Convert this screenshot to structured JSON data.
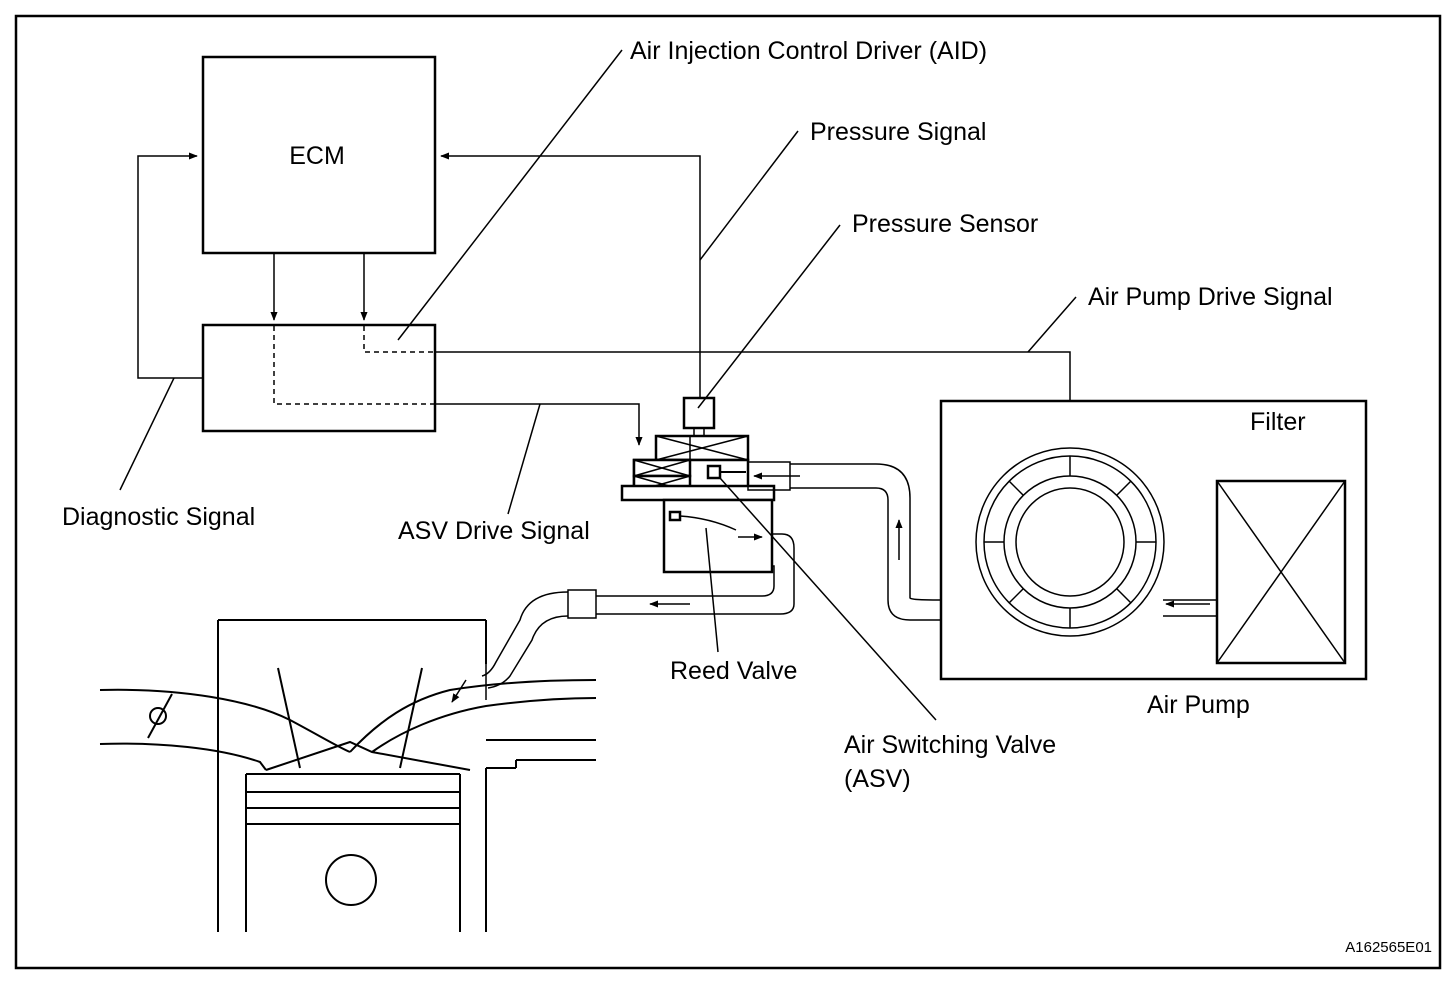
{
  "labels": {
    "ecm": "ECM",
    "aid": "Air Injection Control Driver (AID)",
    "pressure_signal": "Pressure Signal",
    "pressure_sensor": "Pressure Sensor",
    "air_pump_drive_signal": "Air Pump Drive Signal",
    "filter": "Filter",
    "diagnostic_signal": "Diagnostic Signal",
    "asv_drive_signal": "ASV Drive Signal",
    "reed_valve": "Reed Valve",
    "air_pump": "Air Pump",
    "asv_line1": "Air Switching Valve",
    "asv_line2": "(ASV)",
    "figure_code": "A162565E01"
  }
}
